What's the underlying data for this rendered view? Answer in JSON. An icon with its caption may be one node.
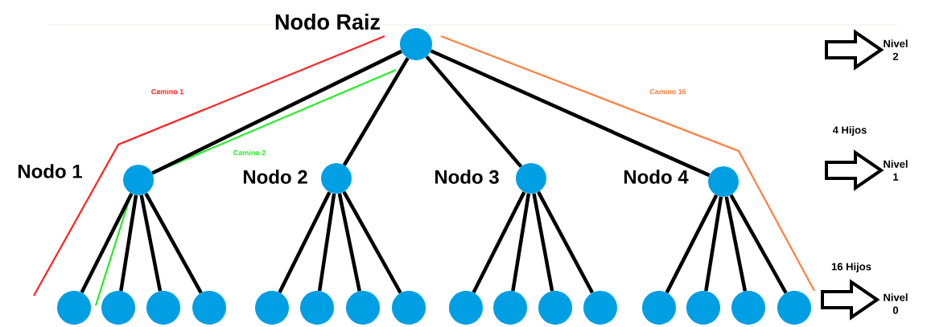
{
  "diagram": {
    "nodes": [
      {
        "text": [
          "Nodo Raiz"
        ]
      },
      {
        "text": [
          "Nodo 1"
        ]
      },
      {
        "text": [
          "Nodo 2"
        ]
      },
      {
        "text": [
          "Nodo 3"
        ]
      },
      {
        "text": [
          "Nodo 4"
        ]
      },
      {
        "text": [],
        "shape": "circle"
      },
      {
        "text": [],
        "shape": "circle"
      },
      {
        "text": [],
        "shape": "circle"
      },
      {
        "text": [],
        "shape": "circle"
      },
      {
        "text": [],
        "shape": "circle"
      },
      {
        "text": [],
        "shape": "circle"
      },
      {
        "text": [],
        "shape": "circle"
      },
      {
        "text": [],
        "shape": "circle"
      },
      {
        "text": [],
        "shape": "circle"
      },
      {
        "text": [],
        "shape": "circle"
      },
      {
        "text": [],
        "shape": "circle"
      },
      {
        "text": [],
        "shape": "circle"
      },
      {
        "text": [],
        "shape": "circle"
      },
      {
        "text": [],
        "shape": "circle"
      },
      {
        "text": [],
        "shape": "circle"
      },
      {
        "text": [],
        "shape": "circle"
      }
    ],
    "edges": [
      {
        "from": 0,
        "to": 1,
        "arrow": "none"
      },
      {
        "from": 0,
        "to": 2,
        "arrow": "none"
      },
      {
        "from": 0,
        "to": 3,
        "arrow": "none"
      },
      {
        "from": 0,
        "to": 4,
        "arrow": "none"
      },
      {
        "from": 1,
        "to": 5,
        "arrow": "none"
      },
      {
        "from": 1,
        "to": 6,
        "arrow": "none"
      },
      {
        "from": 1,
        "to": 7,
        "arrow": "none"
      },
      {
        "from": 1,
        "to": 8,
        "arrow": "none"
      },
      {
        "from": 2,
        "to": 9,
        "arrow": "none"
      },
      {
        "from": 2,
        "to": 10,
        "arrow": "none"
      },
      {
        "from": 2,
        "to": 11,
        "arrow": "none"
      },
      {
        "from": 2,
        "to": 12,
        "arrow": "none"
      },
      {
        "from": 3,
        "to": 13,
        "arrow": "none"
      },
      {
        "from": 3,
        "to": 14,
        "arrow": "none"
      },
      {
        "from": 3,
        "to": 15,
        "arrow": "none"
      },
      {
        "from": 3,
        "to": 16,
        "arrow": "none"
      },
      {
        "from": 4,
        "to": 17,
        "arrow": "none"
      },
      {
        "from": 4,
        "to": 18,
        "arrow": "none"
      },
      {
        "from": 4,
        "to": 19,
        "arrow": "none"
      },
      {
        "from": 4,
        "to": 20,
        "arrow": "none"
      }
    ],
    "labels": [
      "Nivel 2",
      "Camino 1",
      "Camino 16",
      "4 Hijos",
      "Camino 2",
      "Nivel 1",
      "16 Hijos",
      "Nivel 0"
    ]
  }
}
